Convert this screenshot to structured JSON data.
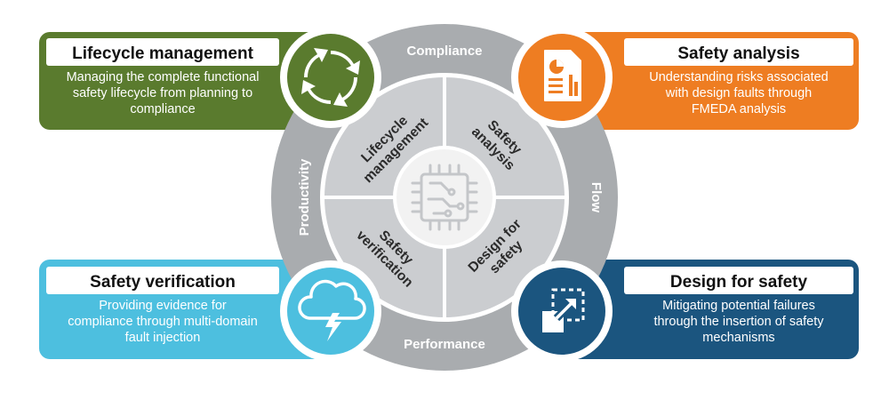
{
  "colors": {
    "green": "#5a7b2e",
    "orange": "#ee7d22",
    "cyan": "#4dbfdf",
    "navy": "#1b557f",
    "ring_outer": "#a9acaf",
    "ring_inner": "#cbcdd0",
    "center": "#f2f2f2"
  },
  "ring": {
    "top": "Compliance",
    "bottom": "Performance",
    "left": "Productivity",
    "right": "Flow"
  },
  "segments": {
    "top_left": [
      "Lifecycle",
      "management"
    ],
    "top_right": [
      "Safety",
      "analysis"
    ],
    "bottom_left": [
      "Safety",
      "verification"
    ],
    "bottom_right": [
      "Design for",
      "safety"
    ]
  },
  "center_icon": "chip-icon",
  "panels": [
    {
      "title": "Lifecycle management",
      "lines": [
        "Managing the complete functional",
        "safety lifecycle from planning to",
        "compliance"
      ],
      "icon": "cycle-arrows-icon"
    },
    {
      "title": "Safety analysis",
      "lines": [
        "Understanding risks associated",
        "with design faults through",
        "FMEDA analysis"
      ],
      "icon": "report-icon"
    },
    {
      "title": "Safety verification",
      "lines": [
        "Providing evidence for",
        "compliance through multi-domain",
        "fault injection"
      ],
      "icon": "cloud-lightning-icon"
    },
    {
      "title": "Design for safety",
      "lines": [
        "Mitigating potential failures",
        "through the insertion of safety",
        "mechanisms"
      ],
      "icon": "expand-arrow-icon"
    }
  ]
}
